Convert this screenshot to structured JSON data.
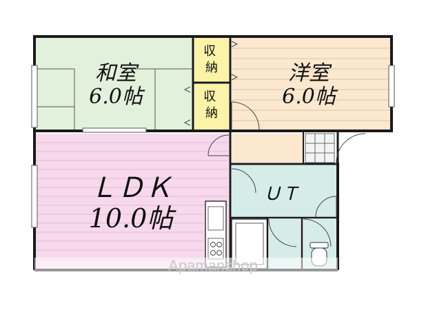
{
  "rooms": {
    "washitsu": {
      "name": "和室",
      "size": "6.0帖",
      "color": "#e2f1dc"
    },
    "youshitsu": {
      "name": "洋室",
      "size": "6.0帖",
      "color": "#fbe8cf"
    },
    "ldk": {
      "name": "ＬＤＫ",
      "size": "10.0帖",
      "color": "#f6d9ec"
    },
    "ut": {
      "name": "ＵＴ",
      "color": "#d6ece9"
    },
    "storage_top": {
      "name": "収納",
      "color": "#faf3a8"
    },
    "storage_bottom": {
      "name": "収納",
      "color": "#faf3a8"
    },
    "hallway": {
      "color": "#fbe8cf"
    },
    "toilet": {
      "color": "#d6ece9"
    }
  },
  "watermark": "Apamanshop"
}
